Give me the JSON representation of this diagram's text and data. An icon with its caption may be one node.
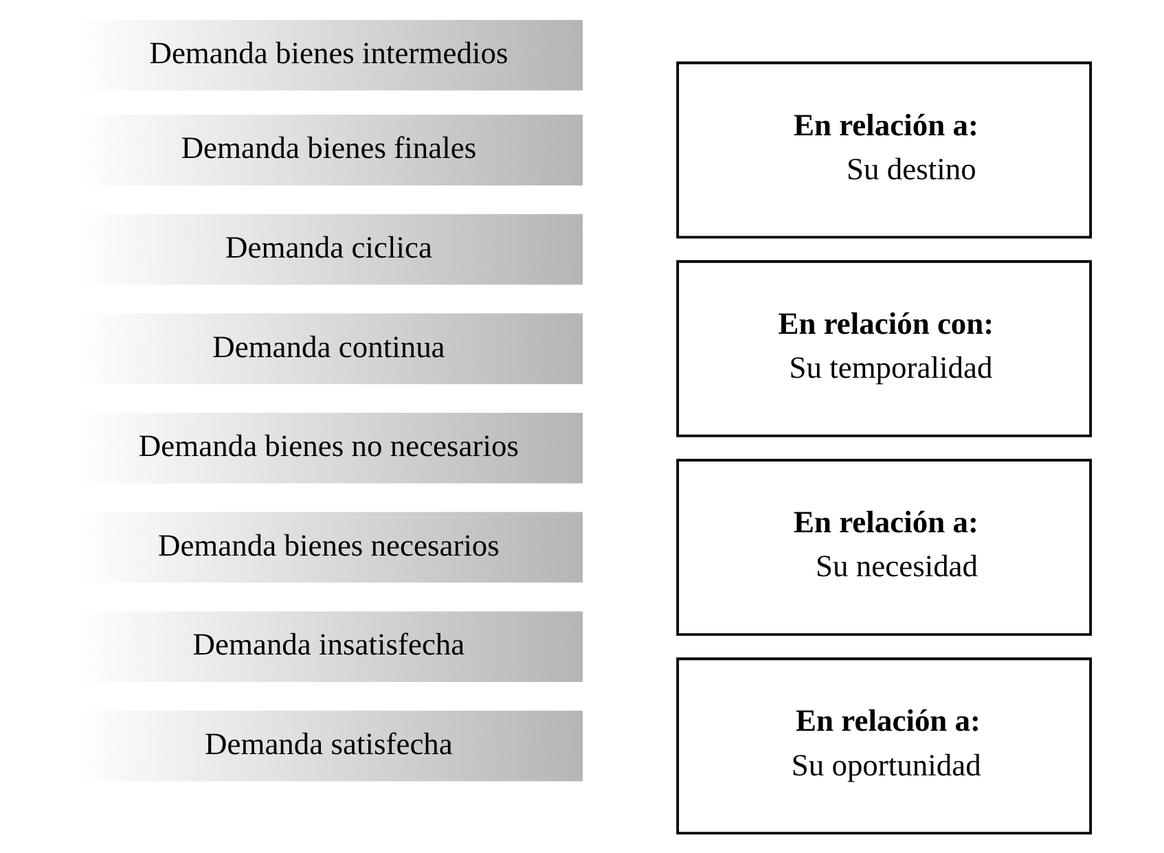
{
  "diagram": {
    "nodes": [
      {
        "text": [
          "Demanda satisfecha"
        ]
      },
      {
        "text": [
          "Demanda insatisfecha"
        ]
      },
      {
        "text": [
          "En relación a:",
          "Su oportunidad"
        ]
      },
      {
        "text": [
          "Demanda bienes necesarios"
        ]
      },
      {
        "text": [
          "Demanda bienes no necesarios"
        ]
      },
      {
        "text": [
          "En relación a:",
          "Su necesidad"
        ]
      },
      {
        "text": [
          "Demanda continua"
        ]
      },
      {
        "text": [
          "Demanda ciclica"
        ]
      },
      {
        "text": [
          "En relación con:",
          "Su temporalidad"
        ]
      },
      {
        "text": [
          "Demanda bienes finales"
        ]
      },
      {
        "text": [
          "Demanda bienes intermedios"
        ]
      },
      {
        "text": [
          "En relación a:",
          "Su destino"
        ]
      }
    ],
    "edges": []
  }
}
